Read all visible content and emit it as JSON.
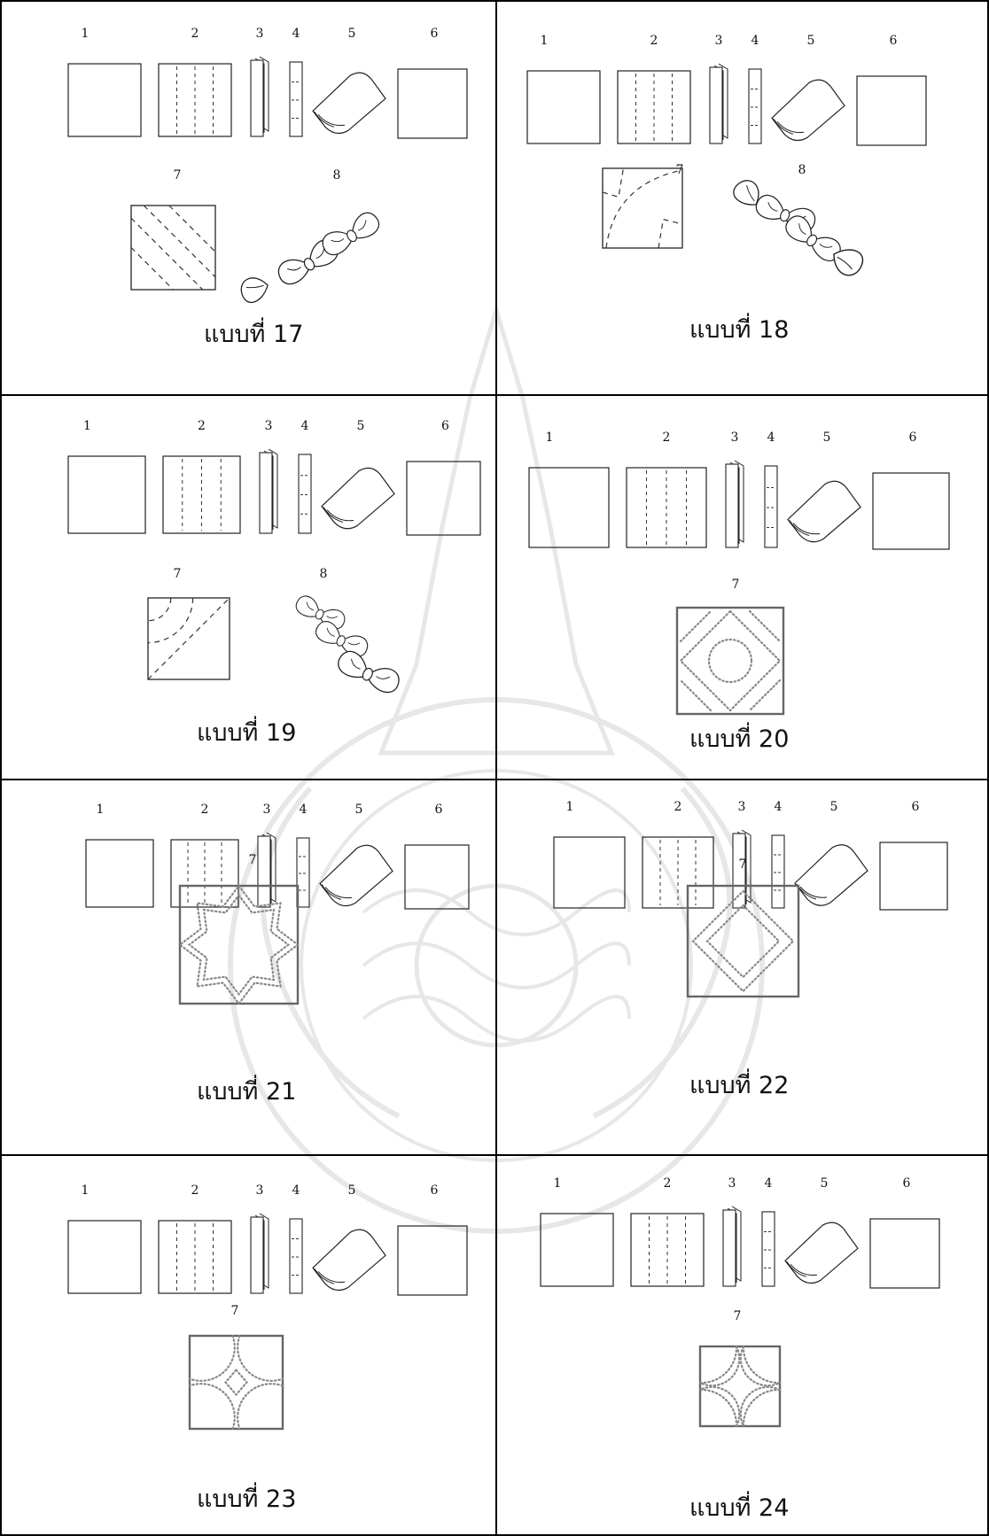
{
  "title": "",
  "step_numbers": [
    "1",
    "2",
    "3",
    "4",
    "5",
    "6",
    "7",
    "8"
  ],
  "patterns": [
    {
      "id": "p17",
      "caption": "แบบที่ 17",
      "final_motif": "diagonal-dashed-bands",
      "final_figure": "two-bows-diagonal"
    },
    {
      "id": "p18",
      "caption": "แบบที่ 18",
      "final_motif": "corner-arc-with-dashed-corners",
      "final_figure": "two-bows-fan"
    },
    {
      "id": "p19",
      "caption": "แบบที่ 19",
      "final_motif": "quarter-circle-arcs-diagonal",
      "final_figure": "three-bows-vertical"
    },
    {
      "id": "p20",
      "caption": "แบบที่ 20",
      "final_motif": "diamond-with-circle-dotted"
    },
    {
      "id": "p21",
      "caption": "แบบที่ 21",
      "final_motif": "eight-point-star-dotted"
    },
    {
      "id": "p22",
      "caption": "แบบที่ 22",
      "final_motif": "double-diamond-dotted"
    },
    {
      "id": "p23",
      "caption": "แบบที่ 23",
      "final_motif": "concave-arcs-with-center-diamond"
    },
    {
      "id": "p24",
      "caption": "แบบที่ 24",
      "final_motif": "concave-arcs-double-rings"
    }
  ]
}
